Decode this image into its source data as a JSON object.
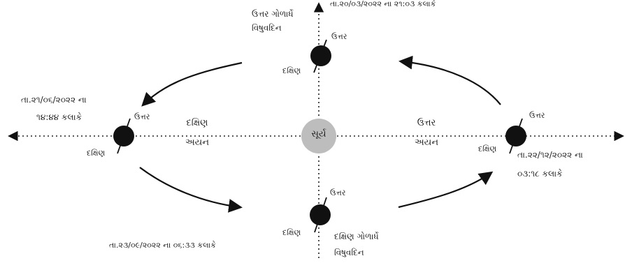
{
  "sun": {
    "label": "સૂર્ય",
    "color": "#bdbdbd"
  },
  "earth_color": "#111111",
  "positions": {
    "top": {
      "north": "ઉત્તર",
      "south": "દક્ષિણ",
      "date": "તા.૨૦/૦૩/૨૦૨૨ ના ૨૧:૦૩ કલાકે",
      "event_line1": "ઉત્તર ગોળાર્ધે",
      "event_line2": "વિષુવદિન"
    },
    "left": {
      "north": "ઉત્તર",
      "south": "દક્ષિણ",
      "date_line1": "તા.૨૧/૦૬/૨૦૨૨ ના",
      "date_line2": "૧૪:૪૪ કલાકે"
    },
    "right": {
      "north": "ઉત્તર",
      "south": "દક્ષિણ",
      "date_line1": "તા.૨૨/૧૨/૨૦૨૨ ના",
      "date_line2": "૦૩:૧૮ કલાકે"
    },
    "bottom": {
      "north": "ઉત્તર",
      "south": "દક્ષિણ",
      "date": "તા.૨૩/૦૯/૨૦૨૨ ના ૦૬:૩૩ કલાકે",
      "event_line1": "દક્ષિણ ગોળાર્ધે",
      "event_line2": "વિષુવદિન"
    }
  },
  "paths": {
    "left_line1": "દક્ષિણ",
    "left_line2": "અયન",
    "right_line1": "ઉત્તર",
    "right_line2": "અયન"
  }
}
